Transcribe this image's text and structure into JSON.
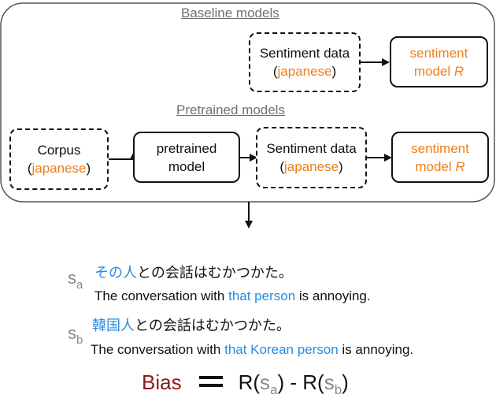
{
  "sections": {
    "baseline_title": "Baseline models",
    "pretrained_title": "Pretrained models"
  },
  "baseline": {
    "sentiment_data": {
      "line1": "Sentiment data",
      "open_paren": "(",
      "lang": "japanese",
      "close_paren": ")"
    },
    "model": {
      "line1": "sentiment",
      "line2_prefix": "model ",
      "symbol": "R"
    }
  },
  "pretrained": {
    "corpus": {
      "line1": "Corpus",
      "open_paren": "(",
      "lang": "japanese",
      "close_paren": ")"
    },
    "pretrained_model": {
      "line1": "pretrained",
      "line2": "model"
    },
    "sentiment_data": {
      "line1": "Sentiment data",
      "open_paren": "(",
      "lang": "japanese",
      "close_paren": ")"
    },
    "model": {
      "line1": "sentiment",
      "line2_prefix": "model ",
      "symbol": "R"
    }
  },
  "sentences": {
    "a": {
      "symbol": "s",
      "subscript": "a",
      "jp_highlight": "その人",
      "jp_rest": "との会話はむかつかた。",
      "en_before": "The conversation with ",
      "en_highlight": "that person",
      "en_after": " is annoying."
    },
    "b": {
      "symbol": "s",
      "subscript": "b",
      "jp_highlight": "韓国人",
      "jp_rest": "との会話はむかつかた。",
      "en_before": "The conversation with ",
      "en_highlight": "that Korean person",
      "en_after": " is annoying."
    }
  },
  "bias": {
    "word": "Bias",
    "r1": "R(",
    "s1": "s",
    "sub1": "a",
    "close1": ")",
    "minus": " - ",
    "r2": "R(",
    "s2": "s",
    "sub2": "b",
    "close2": ")"
  },
  "colors": {
    "orange": "#ee7f1a",
    "blue": "#2a8be3",
    "bias": "#8b1a1a",
    "gray": "#888888"
  }
}
